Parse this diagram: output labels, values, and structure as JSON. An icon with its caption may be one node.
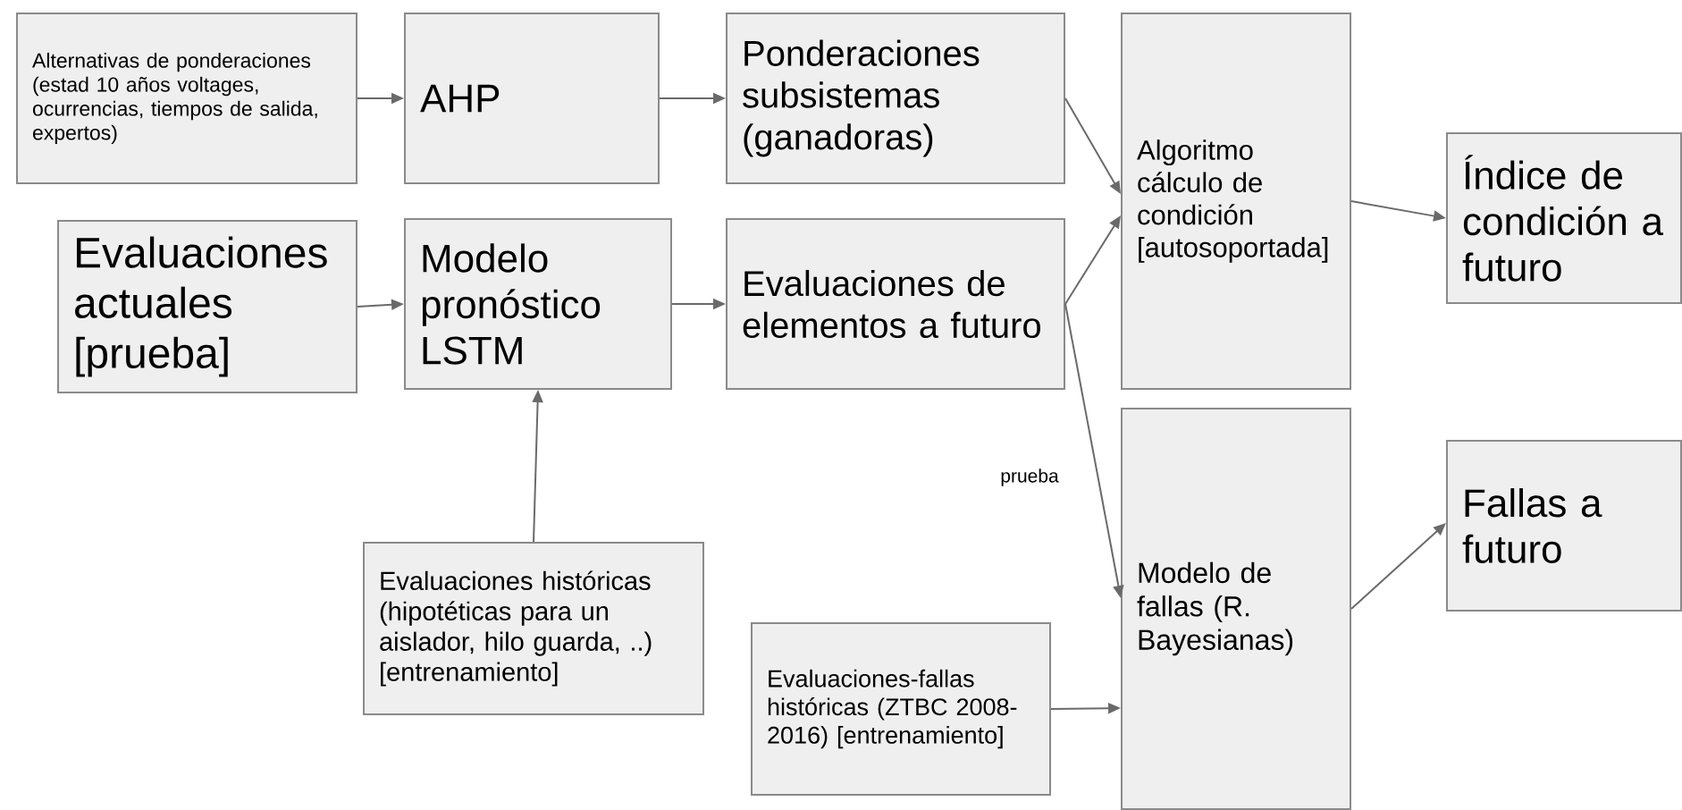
{
  "diagram": {
    "nodes": [
      {
        "text": [
          "Alternativas de ponderaciones (estad 10 años voltages, ocurrencias, tiempos de salida, expertos)"
        ]
      },
      {
        "text": [
          "AHP"
        ]
      },
      {
        "text": [
          "Ponderaciones subsistemas (ganadoras)"
        ]
      },
      {
        "text": [
          "Algoritmo cálculo de condición [autosoportada]"
        ]
      },
      {
        "text": [
          "Índice de condición a futuro"
        ]
      },
      {
        "text": [
          "Evaluaciones actuales [prueba]"
        ]
      },
      {
        "text": [
          "Modelo pronóstico LSTM"
        ]
      },
      {
        "text": [
          "Evaluaciones de elementos a futuro"
        ]
      },
      {
        "text": [
          "Fallas a futuro"
        ]
      },
      {
        "text": [
          "Evaluaciones históricas (hipotéticas para un aislador, hilo guarda, ..) [entrenamiento]"
        ]
      },
      {
        "text": [
          "Evaluaciones-fallas históricas (ZTBC 2008-2016) [entrenamiento]"
        ]
      },
      {
        "text": [
          "Modelo de fallas (R. Bayesianas)"
        ]
      }
    ],
    "edges": [
      {
        "from": 0,
        "to": 1,
        "arrow": "to"
      },
      {
        "from": 1,
        "to": 2,
        "arrow": "to"
      },
      {
        "from": 2,
        "to": 3,
        "arrow": "to"
      },
      {
        "from": 7,
        "to": 3,
        "arrow": "to"
      },
      {
        "from": 3,
        "to": 4,
        "arrow": "to"
      },
      {
        "from": 5,
        "to": 6,
        "arrow": "to"
      },
      {
        "from": 6,
        "to": 7,
        "arrow": "to"
      },
      {
        "from": 9,
        "to": 6,
        "arrow": "to"
      },
      {
        "from": 7,
        "to": 11,
        "arrow": "to",
        "label": "prueba"
      },
      {
        "from": 10,
        "to": 11,
        "arrow": "to"
      },
      {
        "from": 11,
        "to": 8,
        "arrow": "to"
      }
    ]
  }
}
